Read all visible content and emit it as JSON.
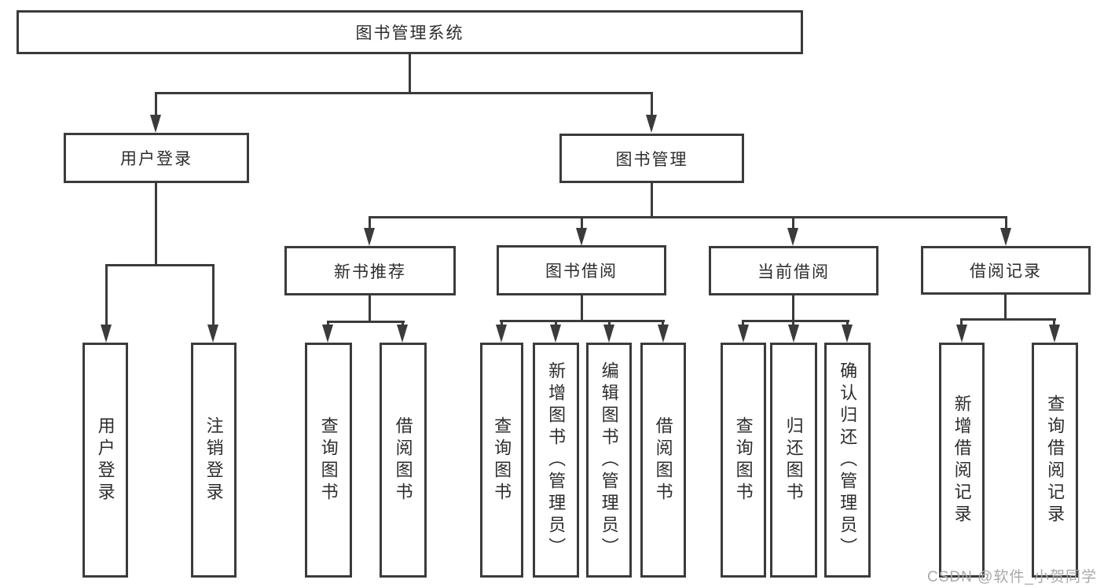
{
  "diagram": {
    "root": {
      "label": "图书管理系统"
    },
    "level2": [
      {
        "label": "用户登录"
      },
      {
        "label": "图书管理"
      }
    ],
    "level3": [
      {
        "label": "新书推荐"
      },
      {
        "label": "图书借阅"
      },
      {
        "label": "当前借阅"
      },
      {
        "label": "借阅记录"
      }
    ],
    "leaves": [
      {
        "label": "用户登录"
      },
      {
        "label": "注销登录"
      },
      {
        "label": "查询图书"
      },
      {
        "label": "借阅图书"
      },
      {
        "label": "查询图书"
      },
      {
        "label": "新增图书（管理员）"
      },
      {
        "label": "编辑图书（管理员）"
      },
      {
        "label": "借阅图书"
      },
      {
        "label": "查询图书"
      },
      {
        "label": "归还图书"
      },
      {
        "label": "确认归还（管理员）"
      },
      {
        "label": "新增借阅记录"
      },
      {
        "label": "查询借阅记录"
      }
    ],
    "watermark": {
      "text": "CSDN @软件_小贺同学"
    },
    "colors": {
      "line": "#3b3b3b",
      "text": "#2d2d2d",
      "watermark": "#a9a9a9",
      "background": "#ffffff"
    }
  }
}
